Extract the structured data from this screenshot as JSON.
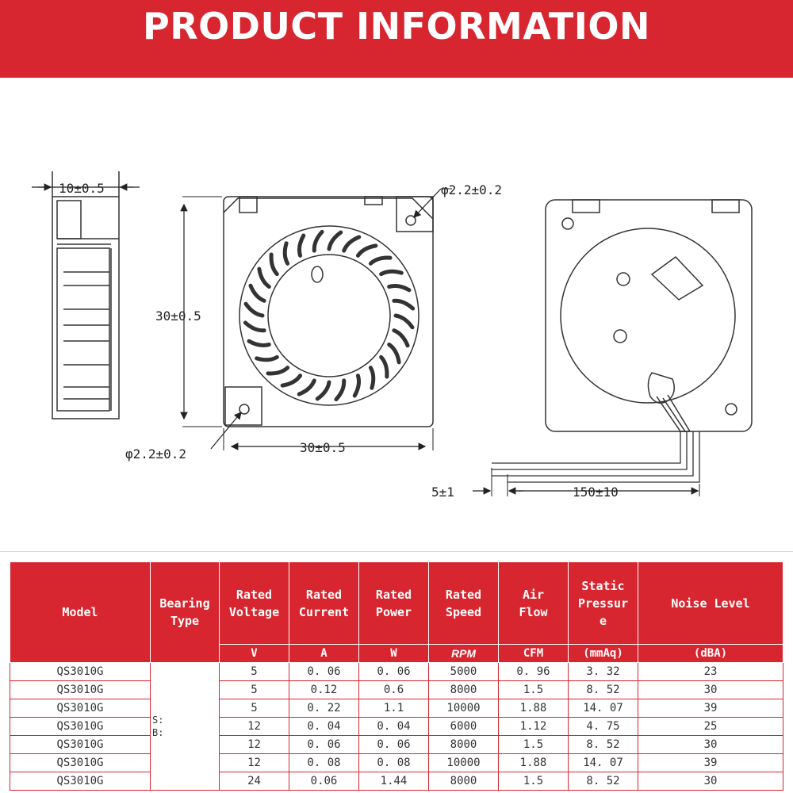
{
  "banner": {
    "title": "PRODUCT INFORMATION"
  },
  "dimensions": {
    "thickness": "10±0.5",
    "height": "30±0.5",
    "width": "30±0.5",
    "hole_top": "φ2.2±0.2",
    "hole_bottom": "φ2.2±0.2",
    "lead_strip": "5±1",
    "lead_length": "150±10"
  },
  "table": {
    "headers": {
      "model": "Model",
      "bearing": [
        "Bearing",
        "Type"
      ],
      "voltage": [
        "Rated",
        "Voltage"
      ],
      "current": [
        "Rated",
        "Current"
      ],
      "power": [
        "Rated",
        "Power"
      ],
      "speed": [
        "Rated",
        "Speed"
      ],
      "airflow": [
        "Air",
        "Flow"
      ],
      "pressure": [
        "Static",
        "Pressur",
        "e"
      ],
      "noise": "Noise Level"
    },
    "units": {
      "voltage": "V",
      "current": "A",
      "power": "W",
      "speed": "RPM",
      "airflow": "CFM",
      "pressure": "(mmAq)",
      "noise": "(dBA)"
    },
    "bearing_value": [
      "S:",
      "B:"
    ],
    "rows": [
      {
        "model": "QS3010G",
        "voltage": "5",
        "current": "0. 06",
        "power": "0. 06",
        "speed": "5000",
        "airflow": "0. 96",
        "pressure": "3. 32",
        "noise": "23"
      },
      {
        "model": "QS3010G",
        "voltage": "5",
        "current": "0.12",
        "power": "0.6",
        "speed": "8000",
        "airflow": "1.5",
        "pressure": "8. 52",
        "noise": "30"
      },
      {
        "model": "QS3010G",
        "voltage": "5",
        "current": "0. 22",
        "power": "1.1",
        "speed": "10000",
        "airflow": "1.88",
        "pressure": "14. 07",
        "noise": "39"
      },
      {
        "model": "QS3010G",
        "voltage": "12",
        "current": "0. 04",
        "power": "0. 04",
        "speed": "6000",
        "airflow": "1.12",
        "pressure": "4. 75",
        "noise": "25"
      },
      {
        "model": "QS3010G",
        "voltage": "12",
        "current": "0. 06",
        "power": "0. 06",
        "speed": "8000",
        "airflow": "1.5",
        "pressure": "8. 52",
        "noise": "30"
      },
      {
        "model": "QS3010G",
        "voltage": "12",
        "current": "0. 08",
        "power": "0. 08",
        "speed": "10000",
        "airflow": "1.88",
        "pressure": "14. 07",
        "noise": "39"
      },
      {
        "model": "QS3010G",
        "voltage": "24",
        "current": "0.06",
        "power": "1.44",
        "speed": "8000",
        "airflow": "1.5",
        "pressure": "8. 52",
        "noise": "30"
      }
    ]
  }
}
